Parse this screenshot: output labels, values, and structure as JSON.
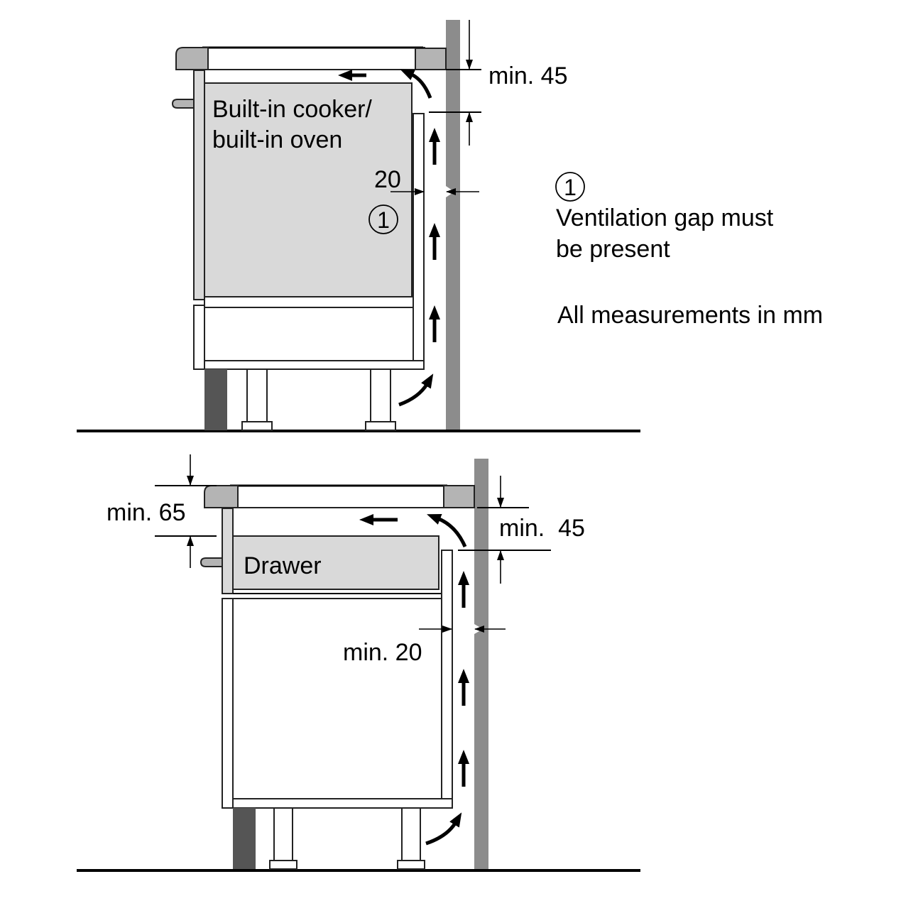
{
  "top_diagram": {
    "appliance_label_line1": "Built-in cooker/",
    "appliance_label_line2": "built-in oven",
    "gap_dimension": "20",
    "callout_marker": "1",
    "top_clearance": "min. 45"
  },
  "bottom_diagram": {
    "drawer_label": "Drawer",
    "worktop_clearance": "min. 65",
    "top_clearance": "min.  45",
    "gap_dimension": "min. 20"
  },
  "legend": {
    "marker": "1",
    "note_line1": "Ventilation gap must",
    "note_line2": "be present",
    "units_note": "All measurements in mm"
  },
  "colors": {
    "wall": "#8c8c8c",
    "panel": "#d9d9d9",
    "worktop_cap": "#b4b4b4",
    "plinth": "#555555"
  }
}
